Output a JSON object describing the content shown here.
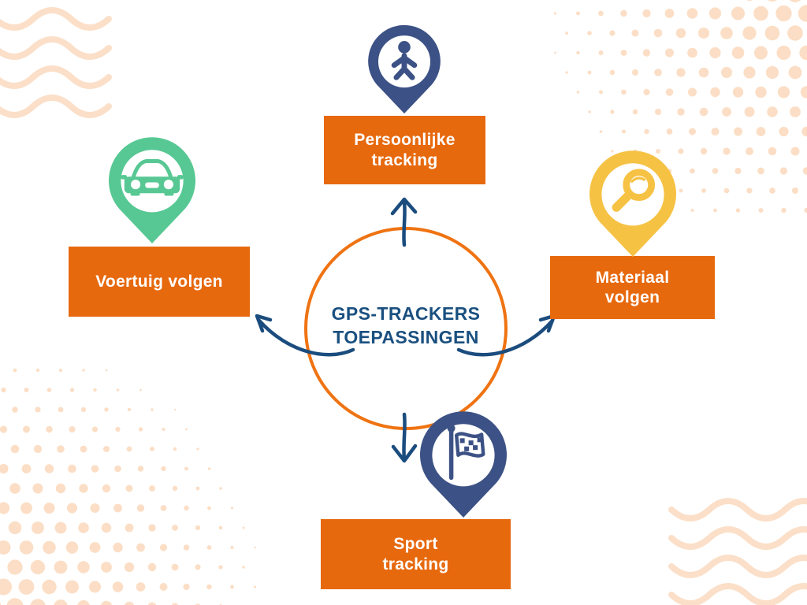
{
  "center": {
    "title_lines": [
      "GPS-TRACKERS",
      "TOEPASSINGEN"
    ]
  },
  "nodes": [
    {
      "id": "persoonlijke-tracking",
      "label_lines": [
        "Persoonlijke",
        "tracking"
      ],
      "icon": "person-pin-icon",
      "pin_color": "#3C5185"
    },
    {
      "id": "voertuig-volgen",
      "label_lines": [
        "Voertuig volgen"
      ],
      "icon": "car-pin-icon",
      "pin_color": "#57C893"
    },
    {
      "id": "materiaal-volgen",
      "label_lines": [
        "Materiaal",
        "volgen"
      ],
      "icon": "magnifier-pin-icon",
      "pin_color": "#F6C244"
    },
    {
      "id": "sport-tracking",
      "label_lines": [
        "Sport",
        "tracking"
      ],
      "icon": "flag-pin-icon",
      "pin_color": "#3C5185"
    }
  ],
  "colors": {
    "box_orange": "#E7690E",
    "ring_orange": "#EF7312",
    "title_navy": "#1A5080",
    "arrow_navy": "#1B4C7E",
    "pin_navy": "#3C5185",
    "pin_green": "#57C893",
    "pin_yellow": "#F6C244",
    "decor_peach": "#FBDFC8",
    "label_text_color": "#FFFFFF"
  }
}
